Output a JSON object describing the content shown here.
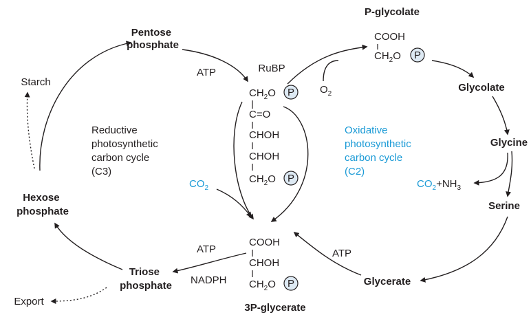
{
  "colors": {
    "text": "#231f20",
    "accent": "#1a9ad6",
    "phosphate_fill": "#dde9f3"
  },
  "nodes": {
    "pentose_1": "Pentose",
    "pentose_2": "phosphate",
    "hexose_1": "Hexose",
    "hexose_2": "phosphate",
    "triose_1": "Triose",
    "triose_2": "phosphate",
    "p_glycolate": "P-glycolate",
    "glycolate": "Glycolate",
    "glycine": "Glycine",
    "serine": "Serine",
    "glycerate": "Glycerate",
    "three_pg": "3P-glycerate",
    "rubp": "RuBP",
    "starch": "Starch",
    "export": "Export"
  },
  "cofactors": {
    "atp_top": "ATP",
    "atp_bottom_left": "ATP",
    "nadph": "NADPH",
    "atp_right": "ATP",
    "o2_main": "O",
    "o2_sub": "2",
    "co2_left_main": "CO",
    "co2_left_sub": "2",
    "co2_right_main": "CO",
    "co2_right_sub": "2",
    "nh3_main": "+NH",
    "nh3_sub": "3"
  },
  "cycles": {
    "reductive": [
      "Reductive",
      "photosynthetic",
      "carbon cycle",
      "(C3)"
    ],
    "oxidative": [
      "Oxidative",
      "photosynthetic",
      "carbon cycle",
      "(C2)"
    ]
  },
  "rubp_structure": {
    "c1_main": "CH",
    "c1_sub": "2",
    "c1_tail": "O",
    "c2": "C=O",
    "c3": "CHOH",
    "c4": "CHOH",
    "c5_main": "CH",
    "c5_sub": "2",
    "c5_tail": "O"
  },
  "pg_structure": {
    "c1": "COOH",
    "c2": "CHOH",
    "c3_main": "CH",
    "c3_sub": "2",
    "c3_tail": "O"
  },
  "pglycolate_structure": {
    "c1": "COOH",
    "c2_main": "CH",
    "c2_sub": "2",
    "c2_tail": "O"
  },
  "phosphate_symbol": "P"
}
